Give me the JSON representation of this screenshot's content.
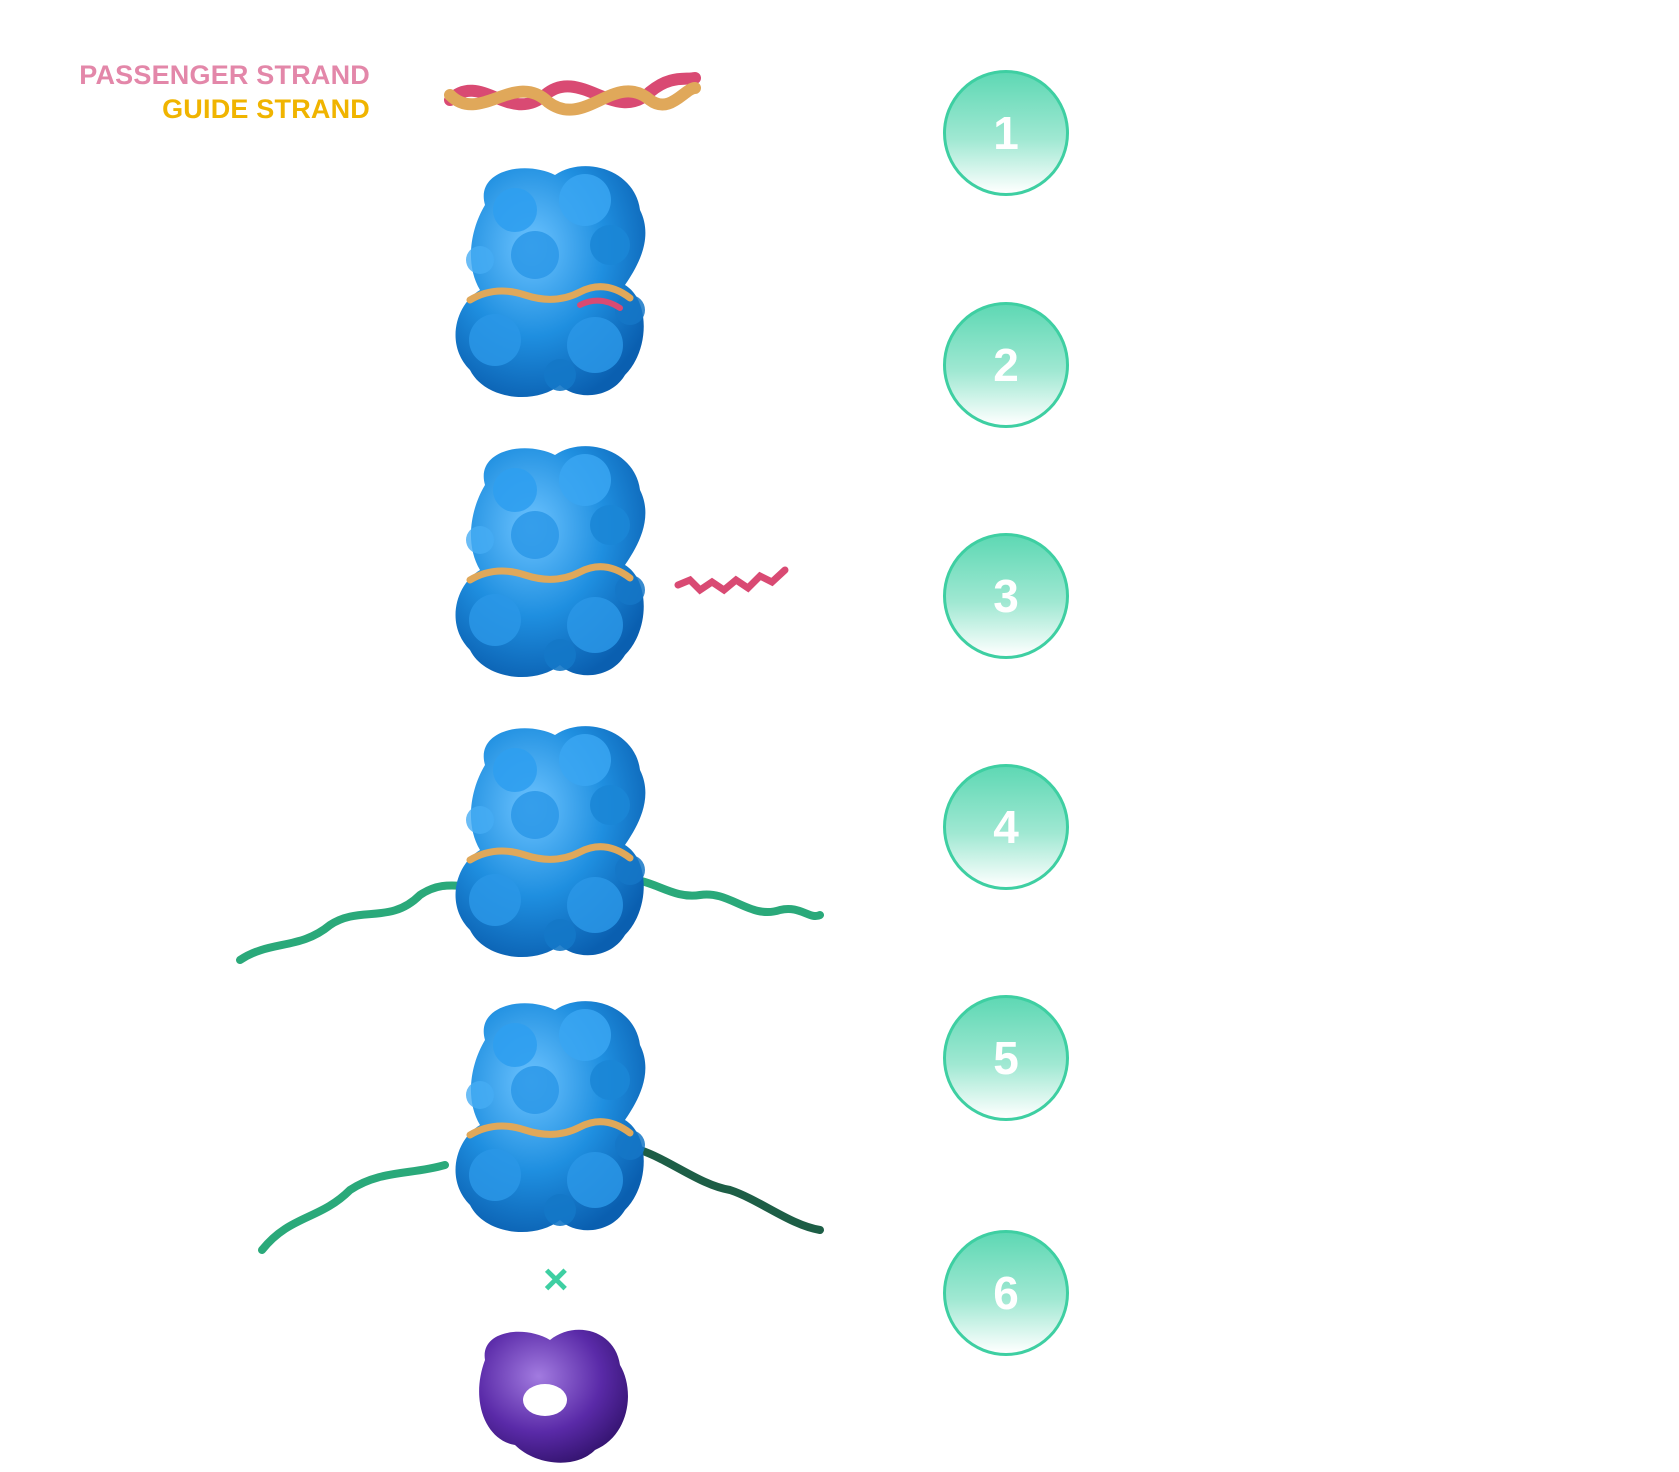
{
  "legend": {
    "passenger": "PASSENGER STRAND",
    "guide": "GUIDE STRAND"
  },
  "steps": [
    "1",
    "2",
    "3",
    "4",
    "5",
    "6"
  ],
  "symbols": {
    "times": "×"
  },
  "colors": {
    "passenger_strand": "#d94a73",
    "guide_strand": "#e0a85a",
    "protein": "#1f8fe0",
    "target_rna": "#2aa97a",
    "ribosome": "#6a35b8",
    "step_accent": "#3ecfa2"
  }
}
